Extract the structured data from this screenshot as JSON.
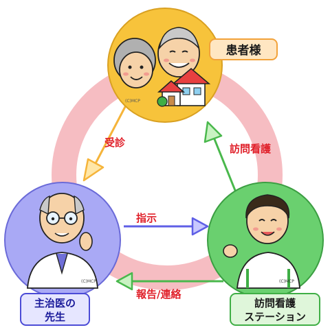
{
  "nodes": {
    "patient": {
      "label": "患者様",
      "credit": "(C)MCP",
      "color": "#f7c33b"
    },
    "doctor": {
      "label_line1": "主治医の",
      "label_line2": "先生",
      "credit": "(C)MCP",
      "color": "#8e8ef0"
    },
    "station": {
      "label_line1": "訪問看護",
      "label_line2": "ステーション",
      "credit": "(C)MCP",
      "color": "#52c25a"
    }
  },
  "edges": {
    "consult": {
      "label": "受診"
    },
    "visit": {
      "label": "訪問看護"
    },
    "instruct": {
      "label": "指示"
    },
    "report": {
      "label": "報告/連絡"
    }
  },
  "colors": {
    "ring": "#f4b2b7",
    "edge_label": "#e0202a",
    "orange_arrow": "#f5b43a",
    "green_arrow": "#49b84c",
    "blue_arrow": "#5f5fe6",
    "label_box_text": "#1a1a9a"
  }
}
